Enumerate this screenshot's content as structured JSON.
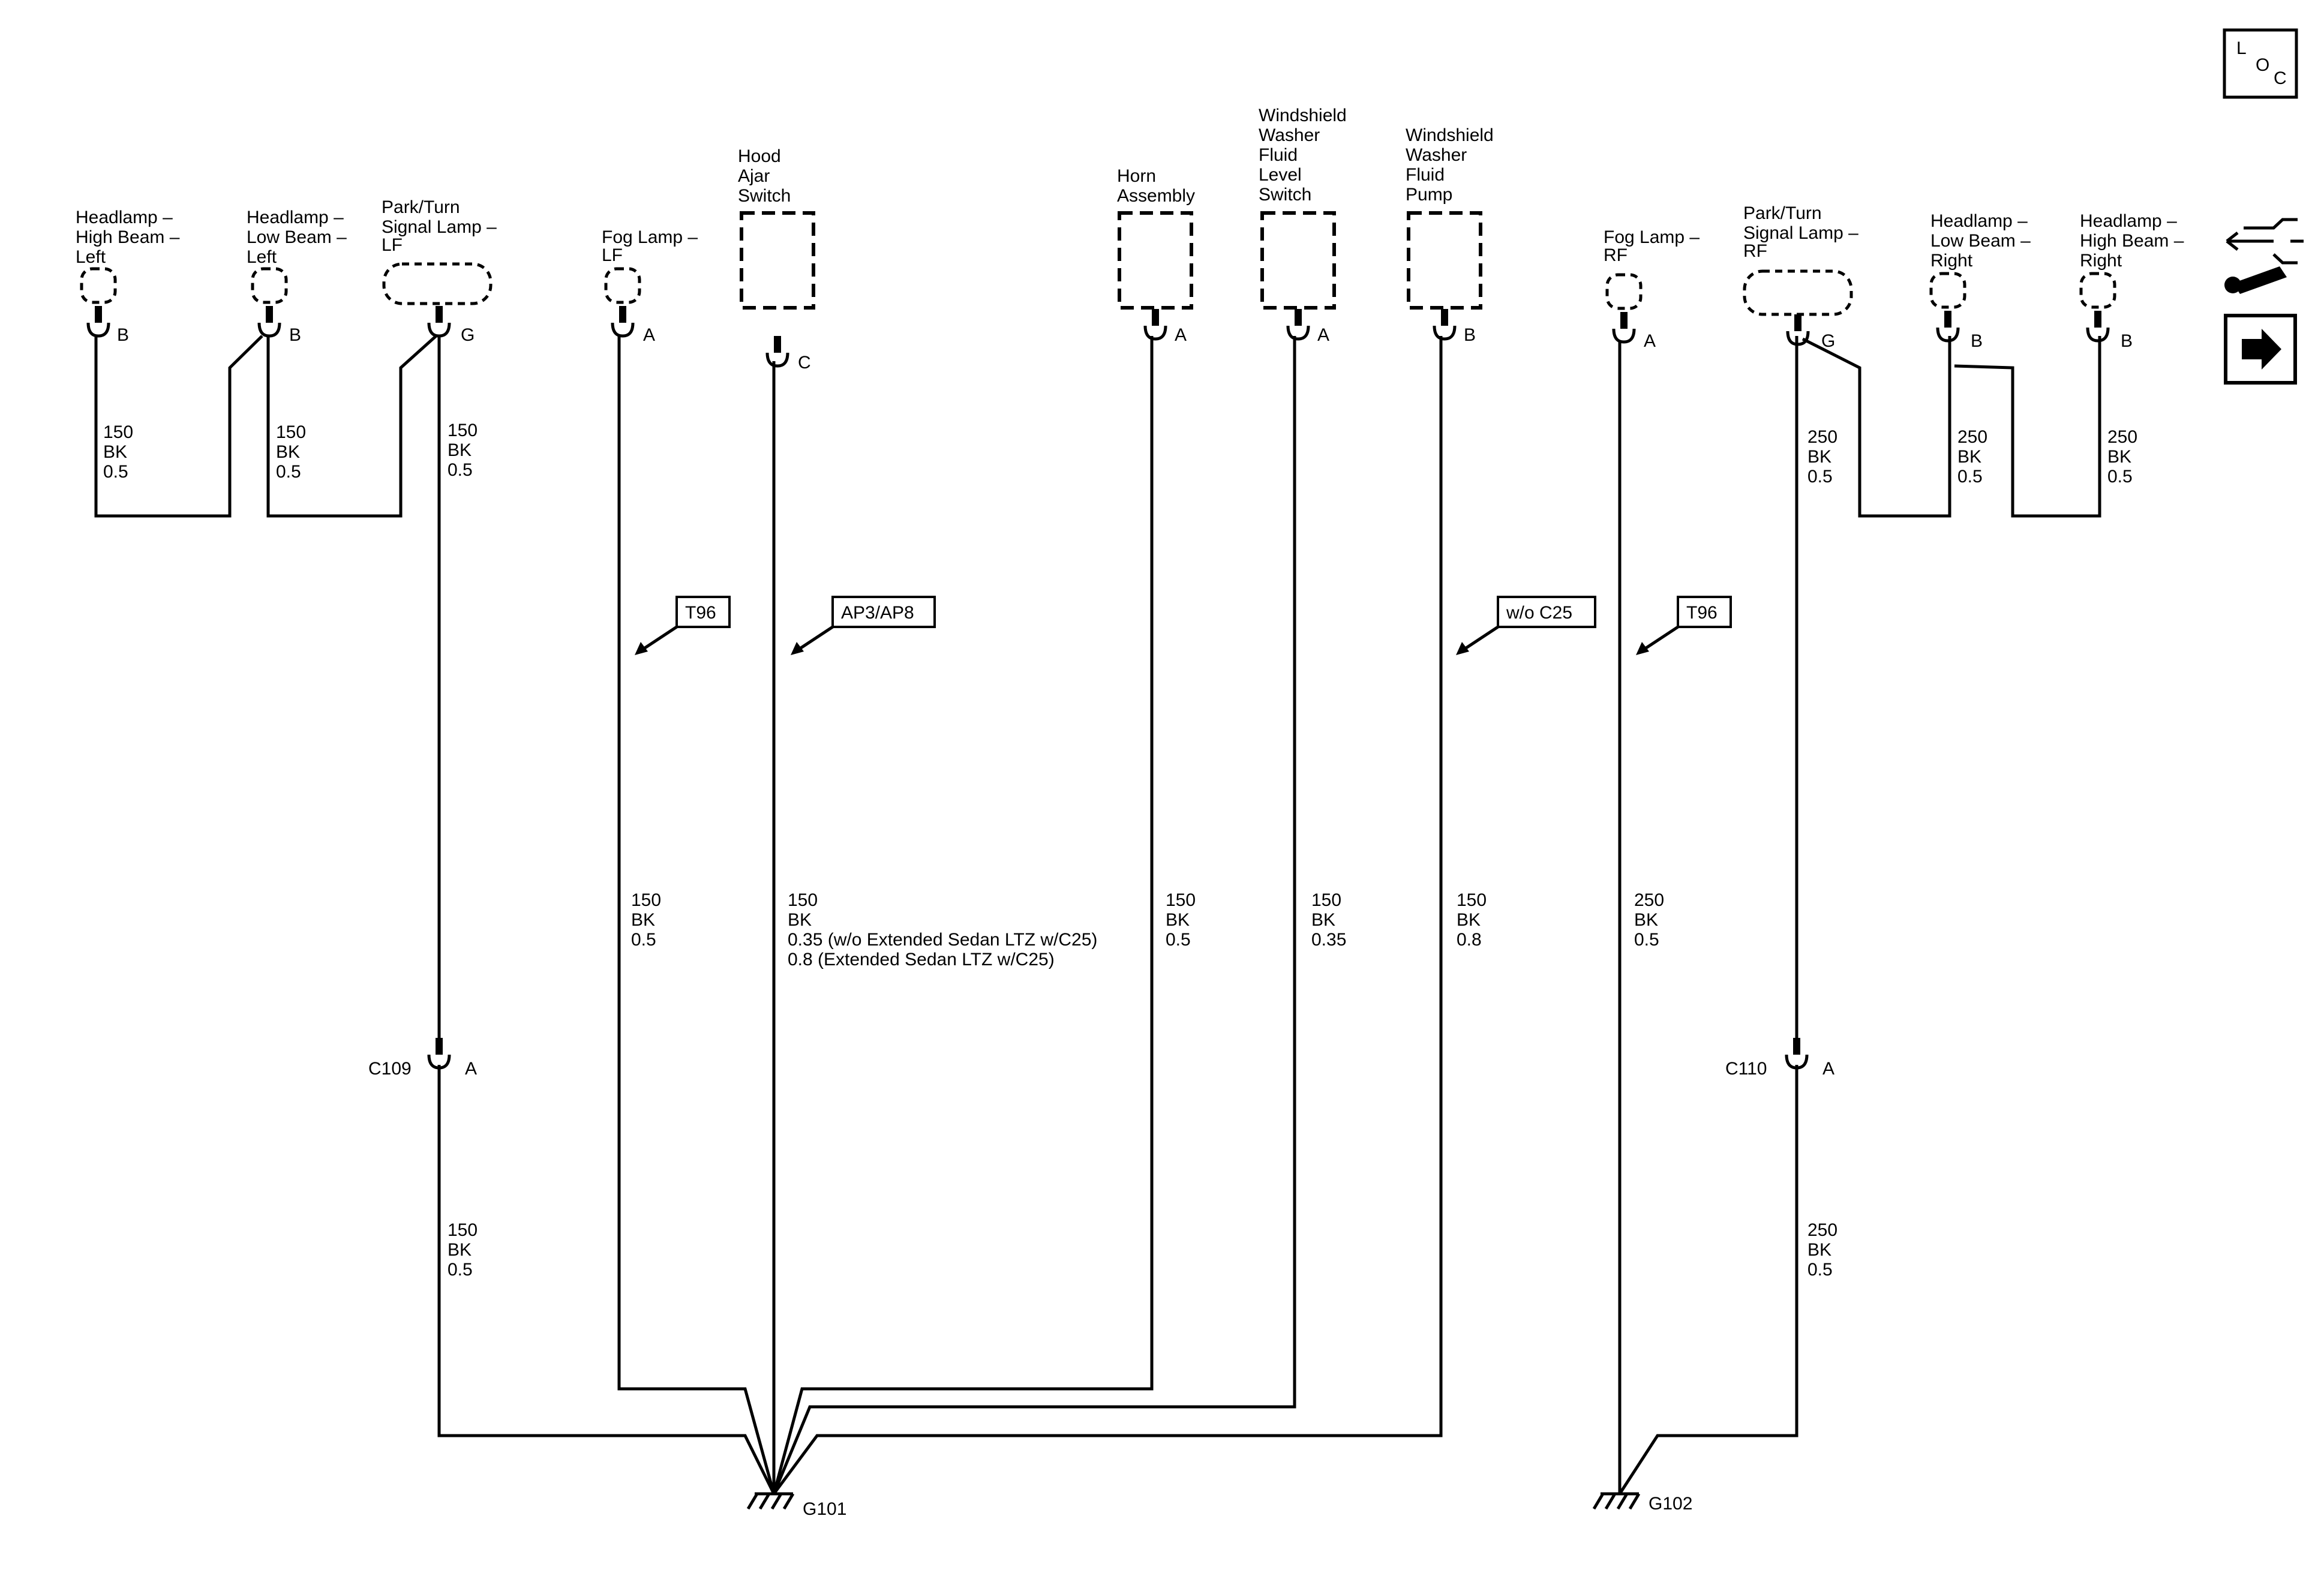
{
  "components": {
    "headlamp_hi_l": [
      "Headlamp –",
      "High Beam –",
      "Left"
    ],
    "headlamp_lo_l": [
      "Headlamp –",
      "Low Beam –",
      "Left"
    ],
    "park_turn_lf": [
      "Park/Turn",
      "Signal Lamp –",
      "LF"
    ],
    "fog_lf": [
      "Fog Lamp –",
      "LF"
    ],
    "hood_ajar": [
      "Hood",
      "Ajar",
      "Switch"
    ],
    "horn": [
      "Horn",
      "Assembly"
    ],
    "washer_level": [
      "Windshield",
      "Washer",
      "Fluid",
      "Level",
      "Switch"
    ],
    "washer_pump": [
      "Windshield",
      "Washer",
      "Fluid",
      "Pump"
    ],
    "fog_rf": [
      "Fog Lamp –",
      "RF"
    ],
    "park_turn_rf": [
      "Park/Turn",
      "Signal Lamp –",
      "RF"
    ],
    "headlamp_lo_r": [
      "Headlamp –",
      "Low Beam –",
      "Right"
    ],
    "headlamp_hi_r": [
      "Headlamp –",
      "High Beam –",
      "Right"
    ]
  },
  "pins": {
    "headlamp_hi_l": "B",
    "headlamp_lo_l": "B",
    "park_turn_lf": "G",
    "fog_lf": "A",
    "hood_ajar": "C",
    "horn": "A",
    "washer_level": "A",
    "washer_pump": "B",
    "fog_rf": "A",
    "park_turn_rf": "G",
    "headlamp_lo_r": "B",
    "headlamp_hi_r": "B"
  },
  "wires": {
    "hi_l": [
      "150",
      "BK",
      "0.5"
    ],
    "lo_l": [
      "150",
      "BK",
      "0.5"
    ],
    "pt_lf": [
      "150",
      "BK",
      "0.5"
    ],
    "c109_down": [
      "150",
      "BK",
      "0.5"
    ],
    "fog_lf": [
      "150",
      "BK",
      "0.5"
    ],
    "hood": [
      "150",
      "BK",
      "0.35 (w/o Extended Sedan LTZ w/C25)",
      "0.8 (Extended Sedan LTZ w/C25)"
    ],
    "horn": [
      "150",
      "BK",
      "0.5"
    ],
    "washer_level": [
      "150",
      "BK",
      "0.35"
    ],
    "washer_pump": [
      "150",
      "BK",
      "0.8"
    ],
    "fog_rf": [
      "250",
      "BK",
      "0.5"
    ],
    "pt_rf": [
      "250",
      "BK",
      "0.5"
    ],
    "lo_r": [
      "250",
      "BK",
      "0.5"
    ],
    "hi_r": [
      "250",
      "BK",
      "0.5"
    ],
    "c110_down": [
      "250",
      "BK",
      "0.5"
    ]
  },
  "connectors": {
    "c109": {
      "name": "C109",
      "pin": "A"
    },
    "c110": {
      "name": "C110",
      "pin": "A"
    }
  },
  "grounds": {
    "g101": "G101",
    "g102": "G102"
  },
  "options": {
    "fog_lf": "T96",
    "hood": "AP3/AP8",
    "washer_pump": "w/o C25",
    "fog_rf": "T96"
  },
  "loc_icon": {
    "l": "L",
    "o": "O",
    "c": "C"
  },
  "icons": [
    "loc-icon",
    "connector-tool-icon",
    "next-page-arrow-icon"
  ]
}
